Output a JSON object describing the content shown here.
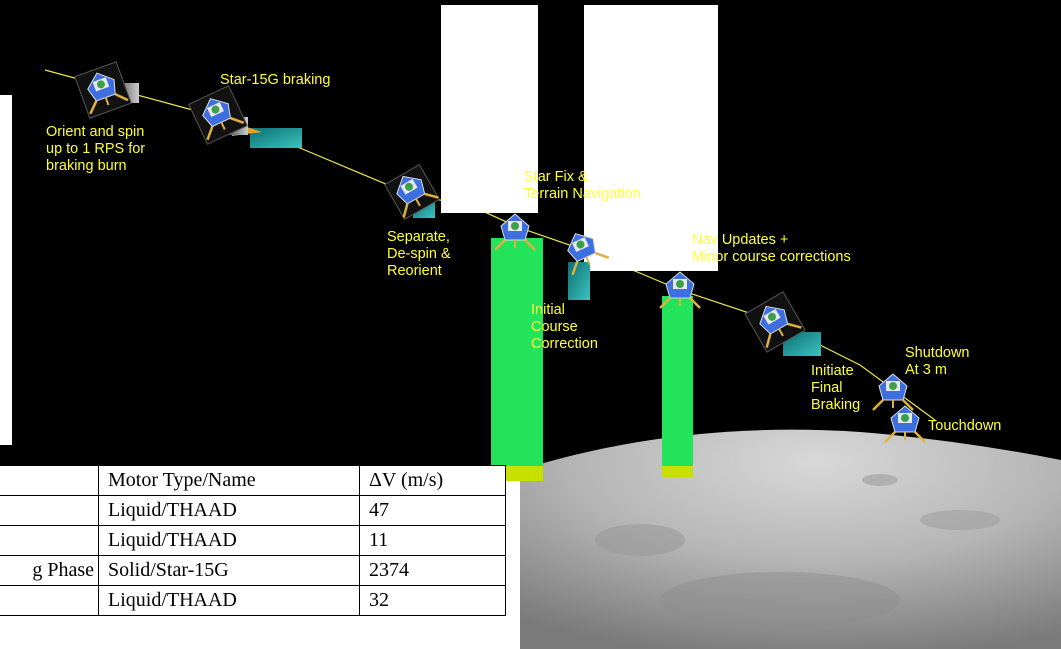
{
  "labels": {
    "orient": [
      "Orient and spin",
      "up to 1 RPS for",
      "braking burn"
    ],
    "star_braking": "Star-15G braking",
    "separate": [
      "Separate,",
      "De-spin &",
      "Reorient"
    ],
    "star_fix": [
      "Star Fix &",
      "Terrain Navigation"
    ],
    "initial_course": [
      "Initial",
      "Course",
      "Correction"
    ],
    "nav_updates": [
      "Nav Updates +",
      "Minor course corrections"
    ],
    "initiate_final": [
      "Initiate",
      "Final",
      "Braking"
    ],
    "shutdown": [
      "Shutdown",
      "At 3 m"
    ],
    "touchdown": "Touchdown"
  },
  "table": {
    "header": [
      "",
      "Motor Type/Name",
      "ΔV (m/s)"
    ],
    "rows": [
      [
        "",
        "Liquid/THAAD",
        "47"
      ],
      [
        "",
        "Liquid/THAAD",
        "11"
      ],
      [
        "g Phase",
        "Solid/Star-15G",
        "2374"
      ],
      [
        "",
        "Liquid/THAAD",
        "32"
      ]
    ]
  },
  "colors": {
    "space": "#000000",
    "label": "#ffff33",
    "trajectory": "#e8e84a",
    "thrust_bar": "#22e35a",
    "bar_base": "#c8e000",
    "plume": "#1aa8a8"
  },
  "icons": [
    "lander-icon",
    "moon-surface"
  ]
}
